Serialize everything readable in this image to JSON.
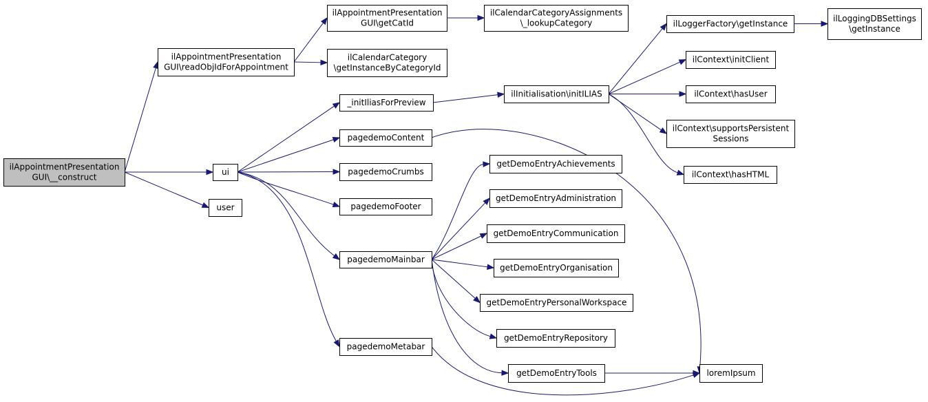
{
  "graph": {
    "colors": {
      "edge": "#191970",
      "node_border": "#000000",
      "node_fill": "#ffffff",
      "root_fill": "#bfbfbf"
    },
    "nodes": [
      {
        "id": "construct",
        "lines": [
          "ilAppointmentPresentation",
          "GUI\\__construct"
        ],
        "root": true
      },
      {
        "id": "readObjId",
        "lines": [
          "ilAppointmentPresentation",
          "GUI\\readObjIdForAppointment"
        ]
      },
      {
        "id": "getCatId",
        "lines": [
          "ilAppointmentPresentation",
          "GUI\\getCatId"
        ]
      },
      {
        "id": "lookupCategory",
        "lines": [
          "ilCalendarCategoryAssignments",
          "\\_lookupCategory"
        ]
      },
      {
        "id": "getInstanceByCategoryId",
        "lines": [
          "ilCalendarCategory",
          "\\getInstanceByCategoryId"
        ]
      },
      {
        "id": "ui",
        "lines": [
          "ui"
        ]
      },
      {
        "id": "user",
        "lines": [
          "user"
        ]
      },
      {
        "id": "initIliasForPreview",
        "lines": [
          "_initIliasForPreview"
        ]
      },
      {
        "id": "pagedemoContent",
        "lines": [
          "pagedemoContent"
        ]
      },
      {
        "id": "pagedemoCrumbs",
        "lines": [
          "pagedemoCrumbs"
        ]
      },
      {
        "id": "pagedemoFooter",
        "lines": [
          "pagedemoFooter"
        ]
      },
      {
        "id": "pagedemoMainbar",
        "lines": [
          "pagedemoMainbar"
        ]
      },
      {
        "id": "pagedemoMetabar",
        "lines": [
          "pagedemoMetabar"
        ]
      },
      {
        "id": "initILIAS",
        "lines": [
          "ilInitialisation\\initILIAS"
        ]
      },
      {
        "id": "getDemoEntryAchievements",
        "lines": [
          "getDemoEntryAchievements"
        ]
      },
      {
        "id": "getDemoEntryAdministration",
        "lines": [
          "getDemoEntryAdministration"
        ]
      },
      {
        "id": "getDemoEntryCommunication",
        "lines": [
          "getDemoEntryCommunication"
        ]
      },
      {
        "id": "getDemoEntryOrganisation",
        "lines": [
          "getDemoEntryOrganisation"
        ]
      },
      {
        "id": "getDemoEntryPersonalWorkspace",
        "lines": [
          "getDemoEntryPersonalWorkspace"
        ]
      },
      {
        "id": "getDemoEntryRepository",
        "lines": [
          "getDemoEntryRepository"
        ]
      },
      {
        "id": "getDemoEntryTools",
        "lines": [
          "getDemoEntryTools"
        ]
      },
      {
        "id": "loggerGetInstance",
        "lines": [
          "ilLoggerFactory\\getInstance"
        ]
      },
      {
        "id": "loggingDBSettings",
        "lines": [
          "ilLoggingDBSettings",
          "\\getInstance"
        ]
      },
      {
        "id": "initClient",
        "lines": [
          "ilContext\\initClient"
        ]
      },
      {
        "id": "hasUser",
        "lines": [
          "ilContext\\hasUser"
        ]
      },
      {
        "id": "supportsPersistentSessions",
        "lines": [
          "ilContext\\supportsPersistent",
          "Sessions"
        ]
      },
      {
        "id": "hasHTML",
        "lines": [
          "ilContext\\hasHTML"
        ]
      },
      {
        "id": "loremIpsum",
        "lines": [
          "loremIpsum"
        ]
      }
    ],
    "edges": [
      {
        "from": "construct",
        "to": "readObjId"
      },
      {
        "from": "construct",
        "to": "ui"
      },
      {
        "from": "construct",
        "to": "user"
      },
      {
        "from": "readObjId",
        "to": "getCatId"
      },
      {
        "from": "readObjId",
        "to": "getInstanceByCategoryId"
      },
      {
        "from": "getCatId",
        "to": "lookupCategory"
      },
      {
        "from": "ui",
        "to": "initIliasForPreview"
      },
      {
        "from": "ui",
        "to": "pagedemoContent"
      },
      {
        "from": "ui",
        "to": "pagedemoCrumbs"
      },
      {
        "from": "ui",
        "to": "pagedemoFooter"
      },
      {
        "from": "ui",
        "to": "pagedemoMainbar"
      },
      {
        "from": "ui",
        "to": "pagedemoMetabar"
      },
      {
        "from": "initIliasForPreview",
        "to": "initILIAS"
      },
      {
        "from": "initILIAS",
        "to": "loggerGetInstance"
      },
      {
        "from": "initILIAS",
        "to": "initClient"
      },
      {
        "from": "initILIAS",
        "to": "hasUser"
      },
      {
        "from": "initILIAS",
        "to": "supportsPersistentSessions"
      },
      {
        "from": "initILIAS",
        "to": "hasHTML"
      },
      {
        "from": "loggerGetInstance",
        "to": "loggingDBSettings"
      },
      {
        "from": "pagedemoContent",
        "to": "loremIpsum"
      },
      {
        "from": "pagedemoMainbar",
        "to": "getDemoEntryAchievements"
      },
      {
        "from": "pagedemoMainbar",
        "to": "getDemoEntryAdministration"
      },
      {
        "from": "pagedemoMainbar",
        "to": "getDemoEntryCommunication"
      },
      {
        "from": "pagedemoMainbar",
        "to": "getDemoEntryOrganisation"
      },
      {
        "from": "pagedemoMainbar",
        "to": "getDemoEntryPersonalWorkspace"
      },
      {
        "from": "pagedemoMainbar",
        "to": "getDemoEntryRepository"
      },
      {
        "from": "pagedemoMainbar",
        "to": "getDemoEntryTools"
      },
      {
        "from": "pagedemoMetabar",
        "to": "loremIpsum"
      },
      {
        "from": "getDemoEntryTools",
        "to": "loremIpsum"
      }
    ]
  }
}
